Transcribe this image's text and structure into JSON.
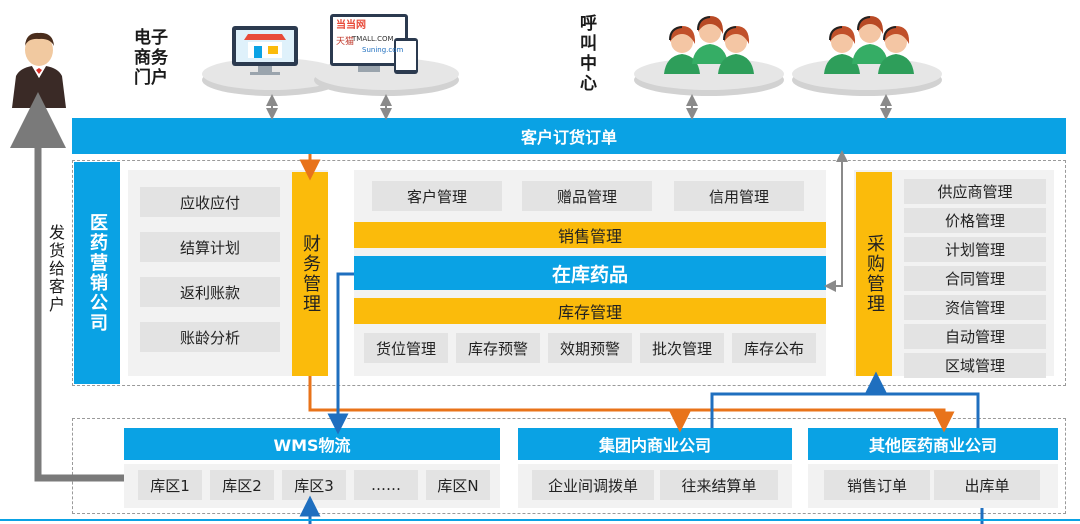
{
  "top": {
    "ecommerce_label": "电子商务门户",
    "callcenter_label": "呼叫中心",
    "brands": [
      "当当网",
      "天猫",
      "TMALL.COM",
      "Suning.com"
    ]
  },
  "order_bar": "客户订货订单",
  "ship_label": "发货给客户",
  "company_label": "医药营销公司",
  "finance": {
    "title": "财务管理",
    "items": [
      "应收应付",
      "结算计划",
      "返利账款",
      "账龄分析"
    ]
  },
  "sales": {
    "top_items": [
      "客户管理",
      "赠品管理",
      "信用管理"
    ],
    "sales_bar": "销售管理",
    "stock_bar": "在库药品",
    "inventory_bar": "库存管理",
    "bottom_items": [
      "货位管理",
      "库存预警",
      "效期预警",
      "批次管理",
      "库存公布"
    ]
  },
  "purchase": {
    "title": "采购管理",
    "items": [
      "供应商管理",
      "价格管理",
      "计划管理",
      "合同管理",
      "资信管理",
      "自动管理",
      "区域管理"
    ]
  },
  "wms": {
    "title": "WMS物流",
    "items": [
      "库区1",
      "库区2",
      "库区3",
      "……",
      "库区N"
    ]
  },
  "group": {
    "title": "集团内商业公司",
    "items": [
      "企业间调拨单",
      "往来结算单"
    ]
  },
  "other": {
    "title": "其他医药商业公司",
    "items": [
      "销售订单",
      "出库单"
    ]
  },
  "colors": {
    "blue": "#0aa2e4",
    "yellow": "#fbbb0b",
    "gray": "#e3e3e3",
    "orange": "#e8731a",
    "arrow_blue": "#1f6fbf"
  }
}
